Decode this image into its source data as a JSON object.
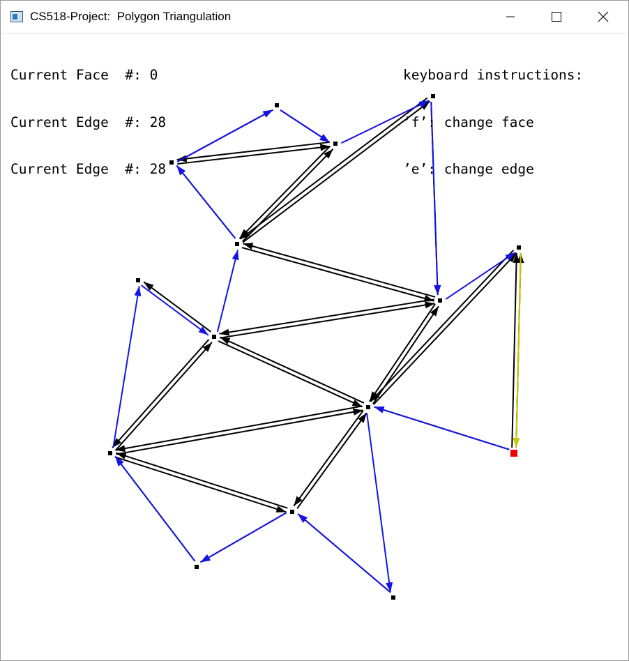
{
  "window": {
    "title": "CS518-Project:  Polygon Triangulation",
    "controls": {
      "minimize": "minimize",
      "maximize": "maximize",
      "close": "close"
    }
  },
  "status": {
    "face": "Current Face  #: 0",
    "edge": "Current Edge  #: 28",
    "edge_repeat": "Current Edge  #: 28"
  },
  "instructions": {
    "heading": "keyboard instructions:",
    "face_key": "’f’: change face",
    "edge_key": "’e’: change edge"
  },
  "colors": {
    "boundary_edge": "#1414e6",
    "inner_edge": "#000000",
    "current_edge": "#c8c800",
    "current_vertex": "#ee0000"
  }
}
